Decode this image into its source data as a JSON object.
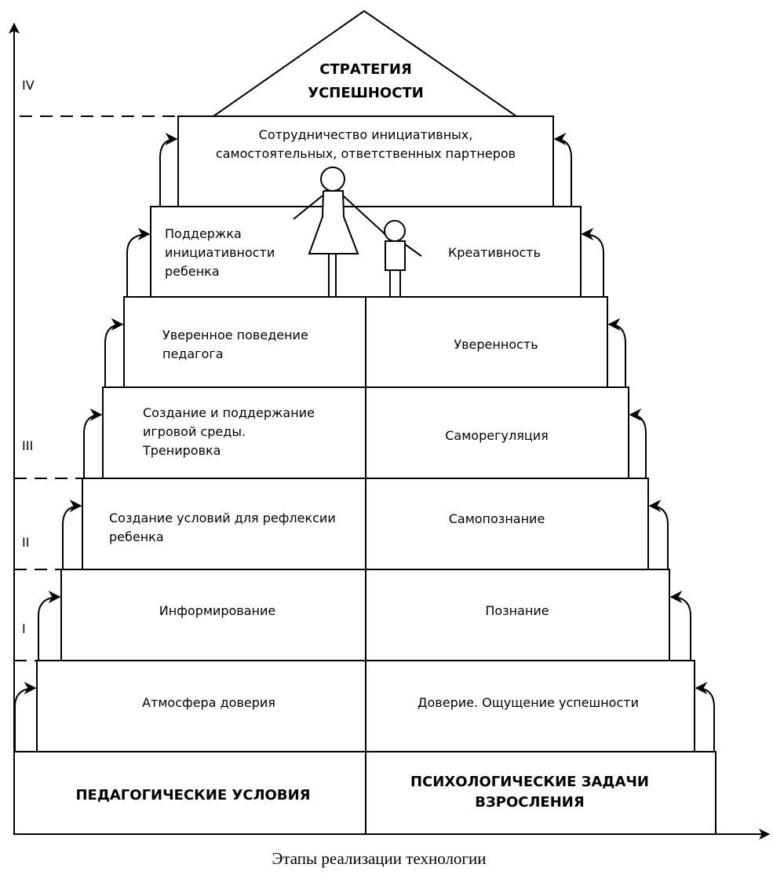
{
  "title": [
    "СТРАТЕГИЯ",
    "УСПЕШНОСТИ"
  ],
  "top_block": [
    "Сотрудничество инициативных,",
    "самостоятельных, ответственных партнеров"
  ],
  "levels": [
    {
      "left": [
        "Поддержка",
        "инициативности",
        "ребенка"
      ],
      "right": [
        "Креативность"
      ]
    },
    {
      "left": [
        "Уверенное поведение",
        "педагога"
      ],
      "right": [
        "Уверенность"
      ]
    },
    {
      "left": [
        "Создание и поддержание",
        "игровой среды.",
        "Тренировка"
      ],
      "right": [
        "Саморегуляция"
      ]
    },
    {
      "left": [
        "Создание условий для рефлексии",
        "ребенка"
      ],
      "right": [
        "Самопознание"
      ]
    },
    {
      "left": [
        "Информирование"
      ],
      "right": [
        "Познание"
      ]
    },
    {
      "left": [
        "Атмосфера доверия"
      ],
      "right": [
        "Доверие. Ощущение успешности"
      ]
    }
  ],
  "base": {
    "left": [
      "ПЕДАГОГИЧЕСКИЕ УСЛОВИЯ"
    ],
    "right": [
      "ПСИХОЛОГИЧЕСКИЕ ЗАДАЧИ",
      "ВЗРОСЛЕНИЯ"
    ]
  },
  "stages": [
    "IV",
    "III",
    "II",
    "I"
  ],
  "x_axis_caption": "Этапы реализации технологии"
}
